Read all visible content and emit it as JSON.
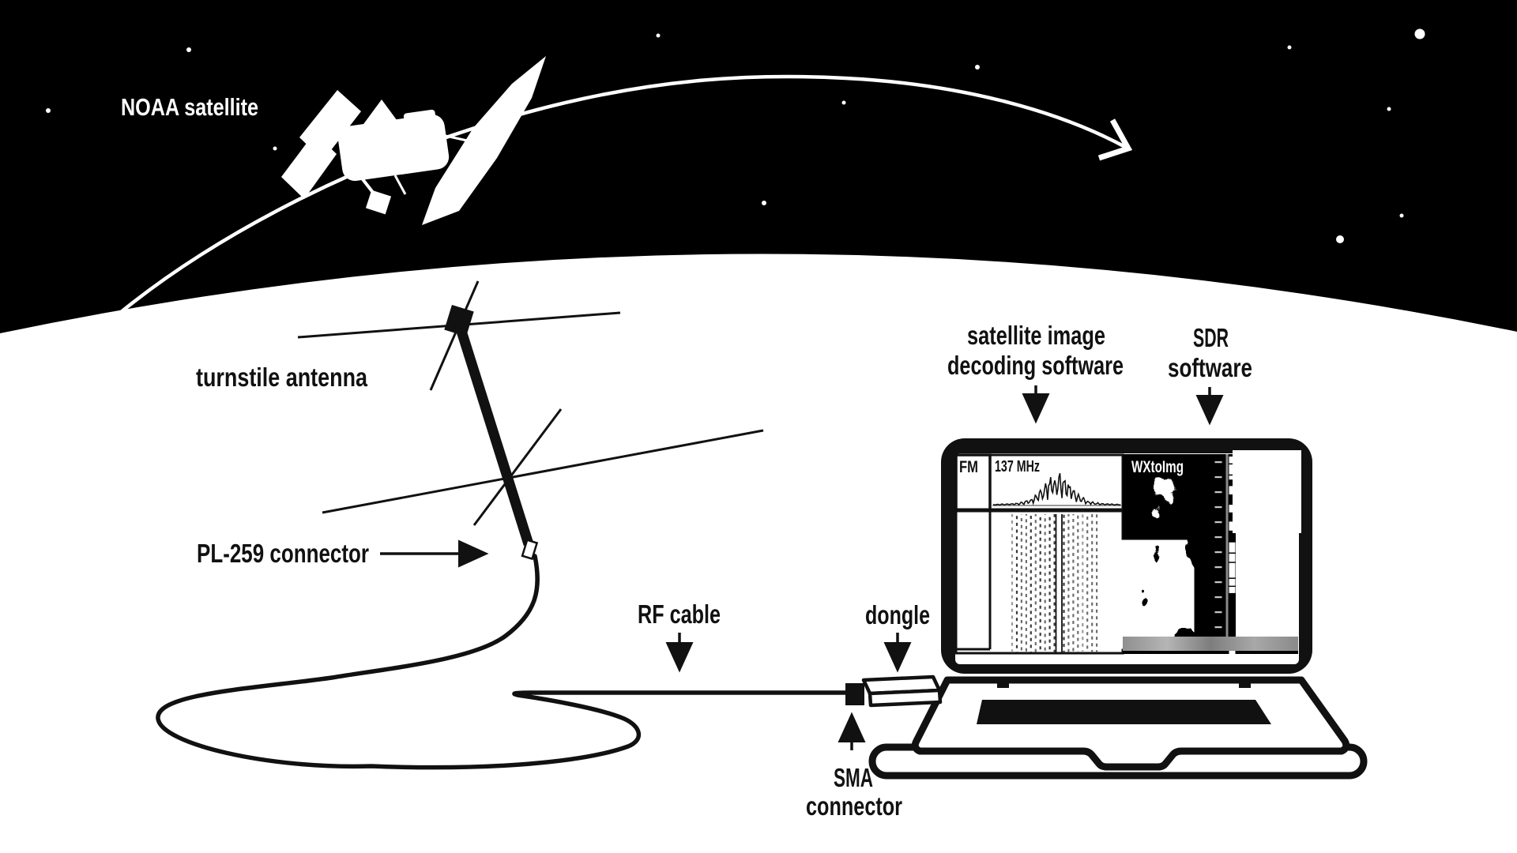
{
  "scene_labels": {
    "noaa_satellite": "NOAA satellite",
    "turnstile_antenna": "turnstile antenna",
    "pl259_connector": "PL-259 connector",
    "rf_cable": "RF cable",
    "dongle": "dongle",
    "sma_connector_line1": "SMA",
    "sma_connector_line2": "connector",
    "decoding_software_line1": "satellite image",
    "decoding_software_line2": "decoding software",
    "sdr_software_line1": "SDR",
    "sdr_software_line2": "software"
  },
  "laptop_screen": {
    "sdr_mode": "FM",
    "sdr_frequency": "137 MHz",
    "decoder_title": "WXtoImg"
  },
  "colors": {
    "sky": "#000000",
    "earth": "#ffffff",
    "ink": "#111111",
    "spectrum_baseline": "#999999",
    "sync_line": "#8a8a8a"
  },
  "stars": [
    [
      61,
      140,
      3
    ],
    [
      239,
      63,
      3
    ],
    [
      348,
      188,
      2.5
    ],
    [
      833,
      45,
      2.5
    ],
    [
      967,
      257,
      3
    ],
    [
      1068,
      130,
      2.5
    ],
    [
      1237,
      85,
      3
    ],
    [
      1632,
      60,
      2.5
    ],
    [
      1696,
      303,
      5
    ],
    [
      1758,
      138,
      2.5
    ],
    [
      1774,
      273,
      2.5
    ],
    [
      1797,
      43,
      6.5
    ]
  ]
}
